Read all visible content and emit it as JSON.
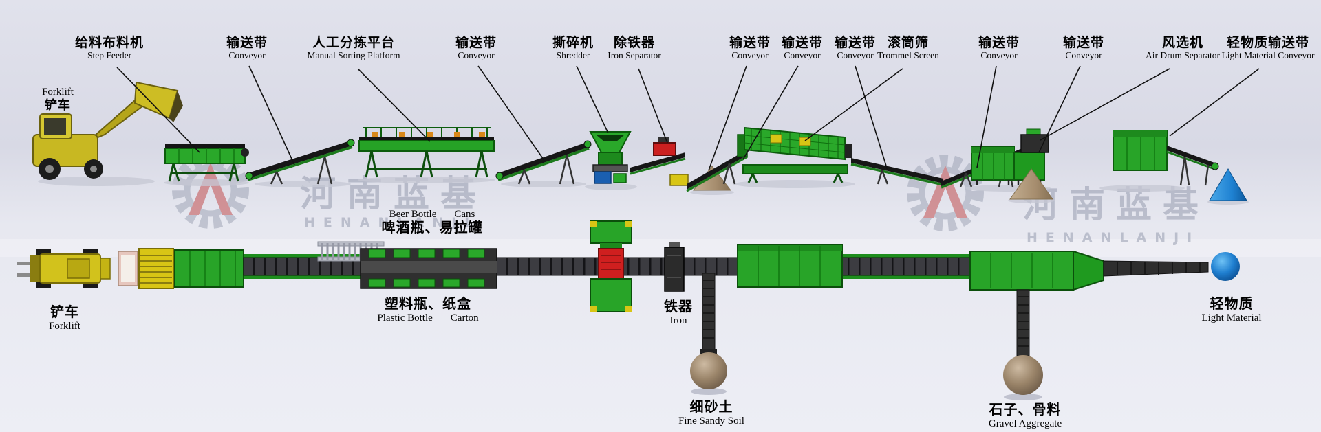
{
  "watermark": {
    "zh": "河南蓝基",
    "en": "HENANLANJI"
  },
  "top_labels": [
    {
      "zh": "给料布料机",
      "en": "Step Feeder"
    },
    {
      "zh": "输送带",
      "en": "Conveyor"
    },
    {
      "zh": "人工分拣平台",
      "en": "Manual Sorting Platform"
    },
    {
      "zh": "输送带",
      "en": "Conveyor"
    },
    {
      "zh": "撕碎机",
      "en": "Shredder"
    },
    {
      "zh": "除铁器",
      "en": "Iron Separator"
    },
    {
      "zh": "输送带",
      "en": "Conveyor"
    },
    {
      "zh": "输送带",
      "en": "Conveyor"
    },
    {
      "zh": "输送带",
      "en": "Conveyor"
    },
    {
      "zh": "滚筒筛",
      "en": "Trommel Screen"
    },
    {
      "zh": "输送带",
      "en": "Conveyor"
    },
    {
      "zh": "输送带",
      "en": "Conveyor"
    },
    {
      "zh": "风选机",
      "en": "Air Drum Separator"
    },
    {
      "zh": "轻物质输送带",
      "en": "Light Material Conveyor"
    }
  ],
  "forklift_top": {
    "en": "Forklift",
    "zh": "铲车"
  },
  "outputs": {
    "beer_cans": {
      "en1": "Beer Bottle",
      "en2": "Cans",
      "zh": "啤酒瓶、易拉罐"
    },
    "plastic_carton": {
      "zh": "塑料瓶、纸盒",
      "en1": "Plastic Bottle",
      "en2": "Carton"
    },
    "forklift": {
      "zh": "铲车",
      "en": "Forklift"
    },
    "iron": {
      "zh": "铁器",
      "en": "Iron"
    },
    "fine_sandy_soil": {
      "zh": "细砂土",
      "en": "Fine Sandy Soil"
    },
    "gravel_aggregate": {
      "zh": "石子、骨料",
      "en": "Gravel Aggregate"
    },
    "light_material": {
      "zh": "轻物质",
      "en": "Light Material"
    }
  },
  "colors": {
    "background_top": "#e1e2ec",
    "background_bottom": "#edeef5",
    "machine_green": "#28a428",
    "machine_green_dark": "#0c5c0c",
    "belt_black": "#1a1a1a",
    "forklift_yellow": "#d2c21c",
    "pile_brown": "#b29877",
    "sphere_brown": "#8d7760",
    "cone_blue": "#1f8fd8",
    "shredder_red": "#cf1f1f",
    "watermark_gray": "#9096aa",
    "watermark_red": "#bf4040",
    "label_text": "#000000"
  }
}
